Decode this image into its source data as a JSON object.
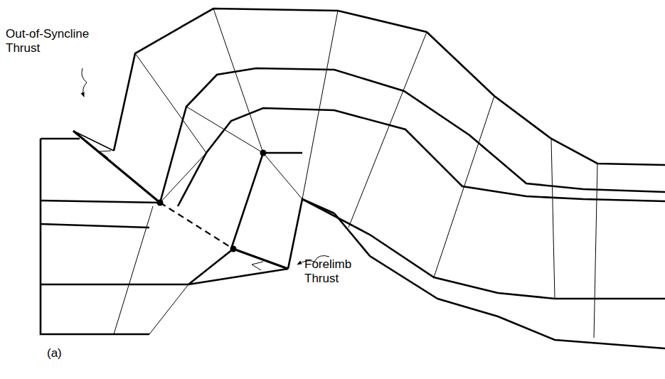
{
  "diagram": {
    "labels": [
      "Out-of-Syncline Thrust",
      "Forelimb Thrust",
      "(a)"
    ]
  }
}
